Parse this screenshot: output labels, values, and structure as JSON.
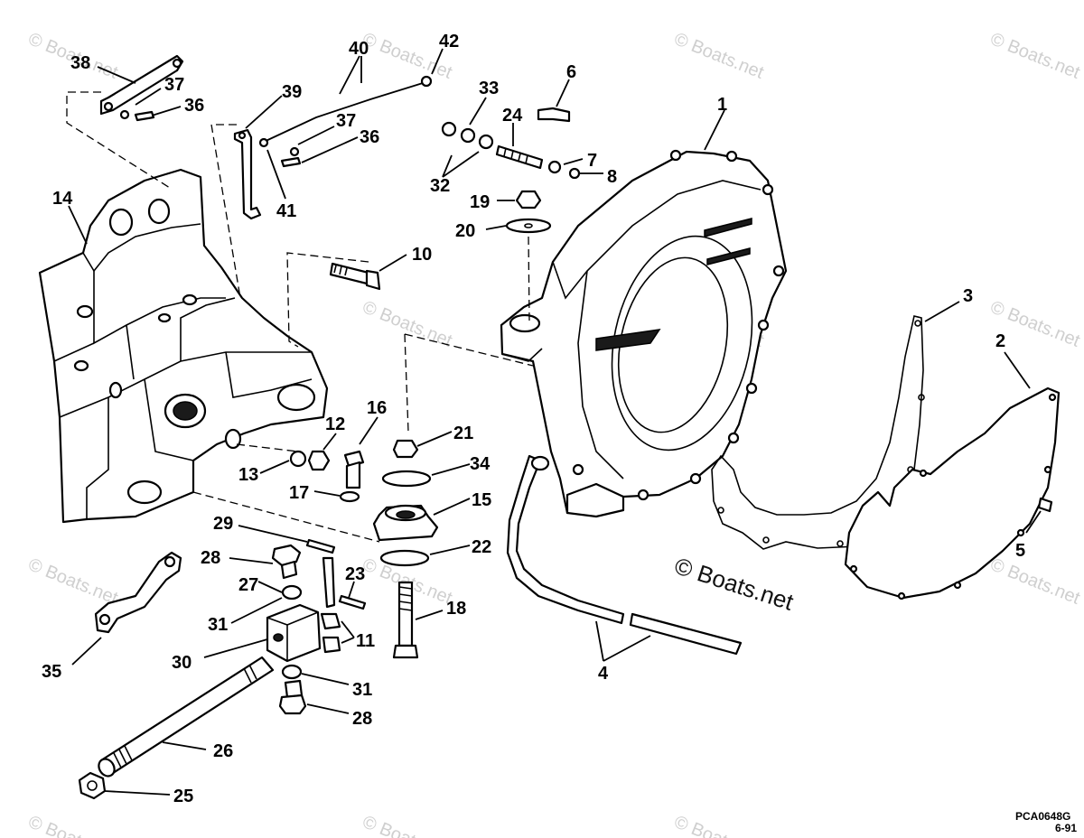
{
  "watermark": {
    "text": "© Boats.net"
  },
  "drawing_code": {
    "number": "PCA0648G",
    "date": "6-91"
  },
  "callouts": [
    {
      "id": "c38",
      "label": "38"
    },
    {
      "id": "c37a",
      "label": "37"
    },
    {
      "id": "c36a",
      "label": "36"
    },
    {
      "id": "c39",
      "label": "39"
    },
    {
      "id": "c40",
      "label": "40"
    },
    {
      "id": "c42",
      "label": "42"
    },
    {
      "id": "c41",
      "label": "41"
    },
    {
      "id": "c37b",
      "label": "37"
    },
    {
      "id": "c36b",
      "label": "36"
    },
    {
      "id": "c33",
      "label": "33"
    },
    {
      "id": "c24",
      "label": "24"
    },
    {
      "id": "c32",
      "label": "32"
    },
    {
      "id": "c6",
      "label": "6"
    },
    {
      "id": "c7",
      "label": "7"
    },
    {
      "id": "c8",
      "label": "8"
    },
    {
      "id": "c19",
      "label": "19"
    },
    {
      "id": "c20",
      "label": "20"
    },
    {
      "id": "c1",
      "label": "1"
    },
    {
      "id": "c14",
      "label": "14"
    },
    {
      "id": "c10",
      "label": "10"
    },
    {
      "id": "c3",
      "label": "3"
    },
    {
      "id": "c2",
      "label": "2"
    },
    {
      "id": "c16",
      "label": "16"
    },
    {
      "id": "c12",
      "label": "12"
    },
    {
      "id": "c21",
      "label": "21"
    },
    {
      "id": "c13",
      "label": "13"
    },
    {
      "id": "c34",
      "label": "34"
    },
    {
      "id": "c17",
      "label": "17"
    },
    {
      "id": "c15",
      "label": "15"
    },
    {
      "id": "c29",
      "label": "29"
    },
    {
      "id": "c22",
      "label": "22"
    },
    {
      "id": "c28a",
      "label": "28"
    },
    {
      "id": "c23",
      "label": "23"
    },
    {
      "id": "c27",
      "label": "27"
    },
    {
      "id": "c18",
      "label": "18"
    },
    {
      "id": "c31a",
      "label": "31"
    },
    {
      "id": "c11",
      "label": "11"
    },
    {
      "id": "c30",
      "label": "30"
    },
    {
      "id": "c35",
      "label": "35"
    },
    {
      "id": "c31b",
      "label": "31"
    },
    {
      "id": "c28b",
      "label": "28"
    },
    {
      "id": "c26",
      "label": "26"
    },
    {
      "id": "c25",
      "label": "25"
    },
    {
      "id": "c4",
      "label": "4"
    },
    {
      "id": "c5",
      "label": "5"
    }
  ]
}
